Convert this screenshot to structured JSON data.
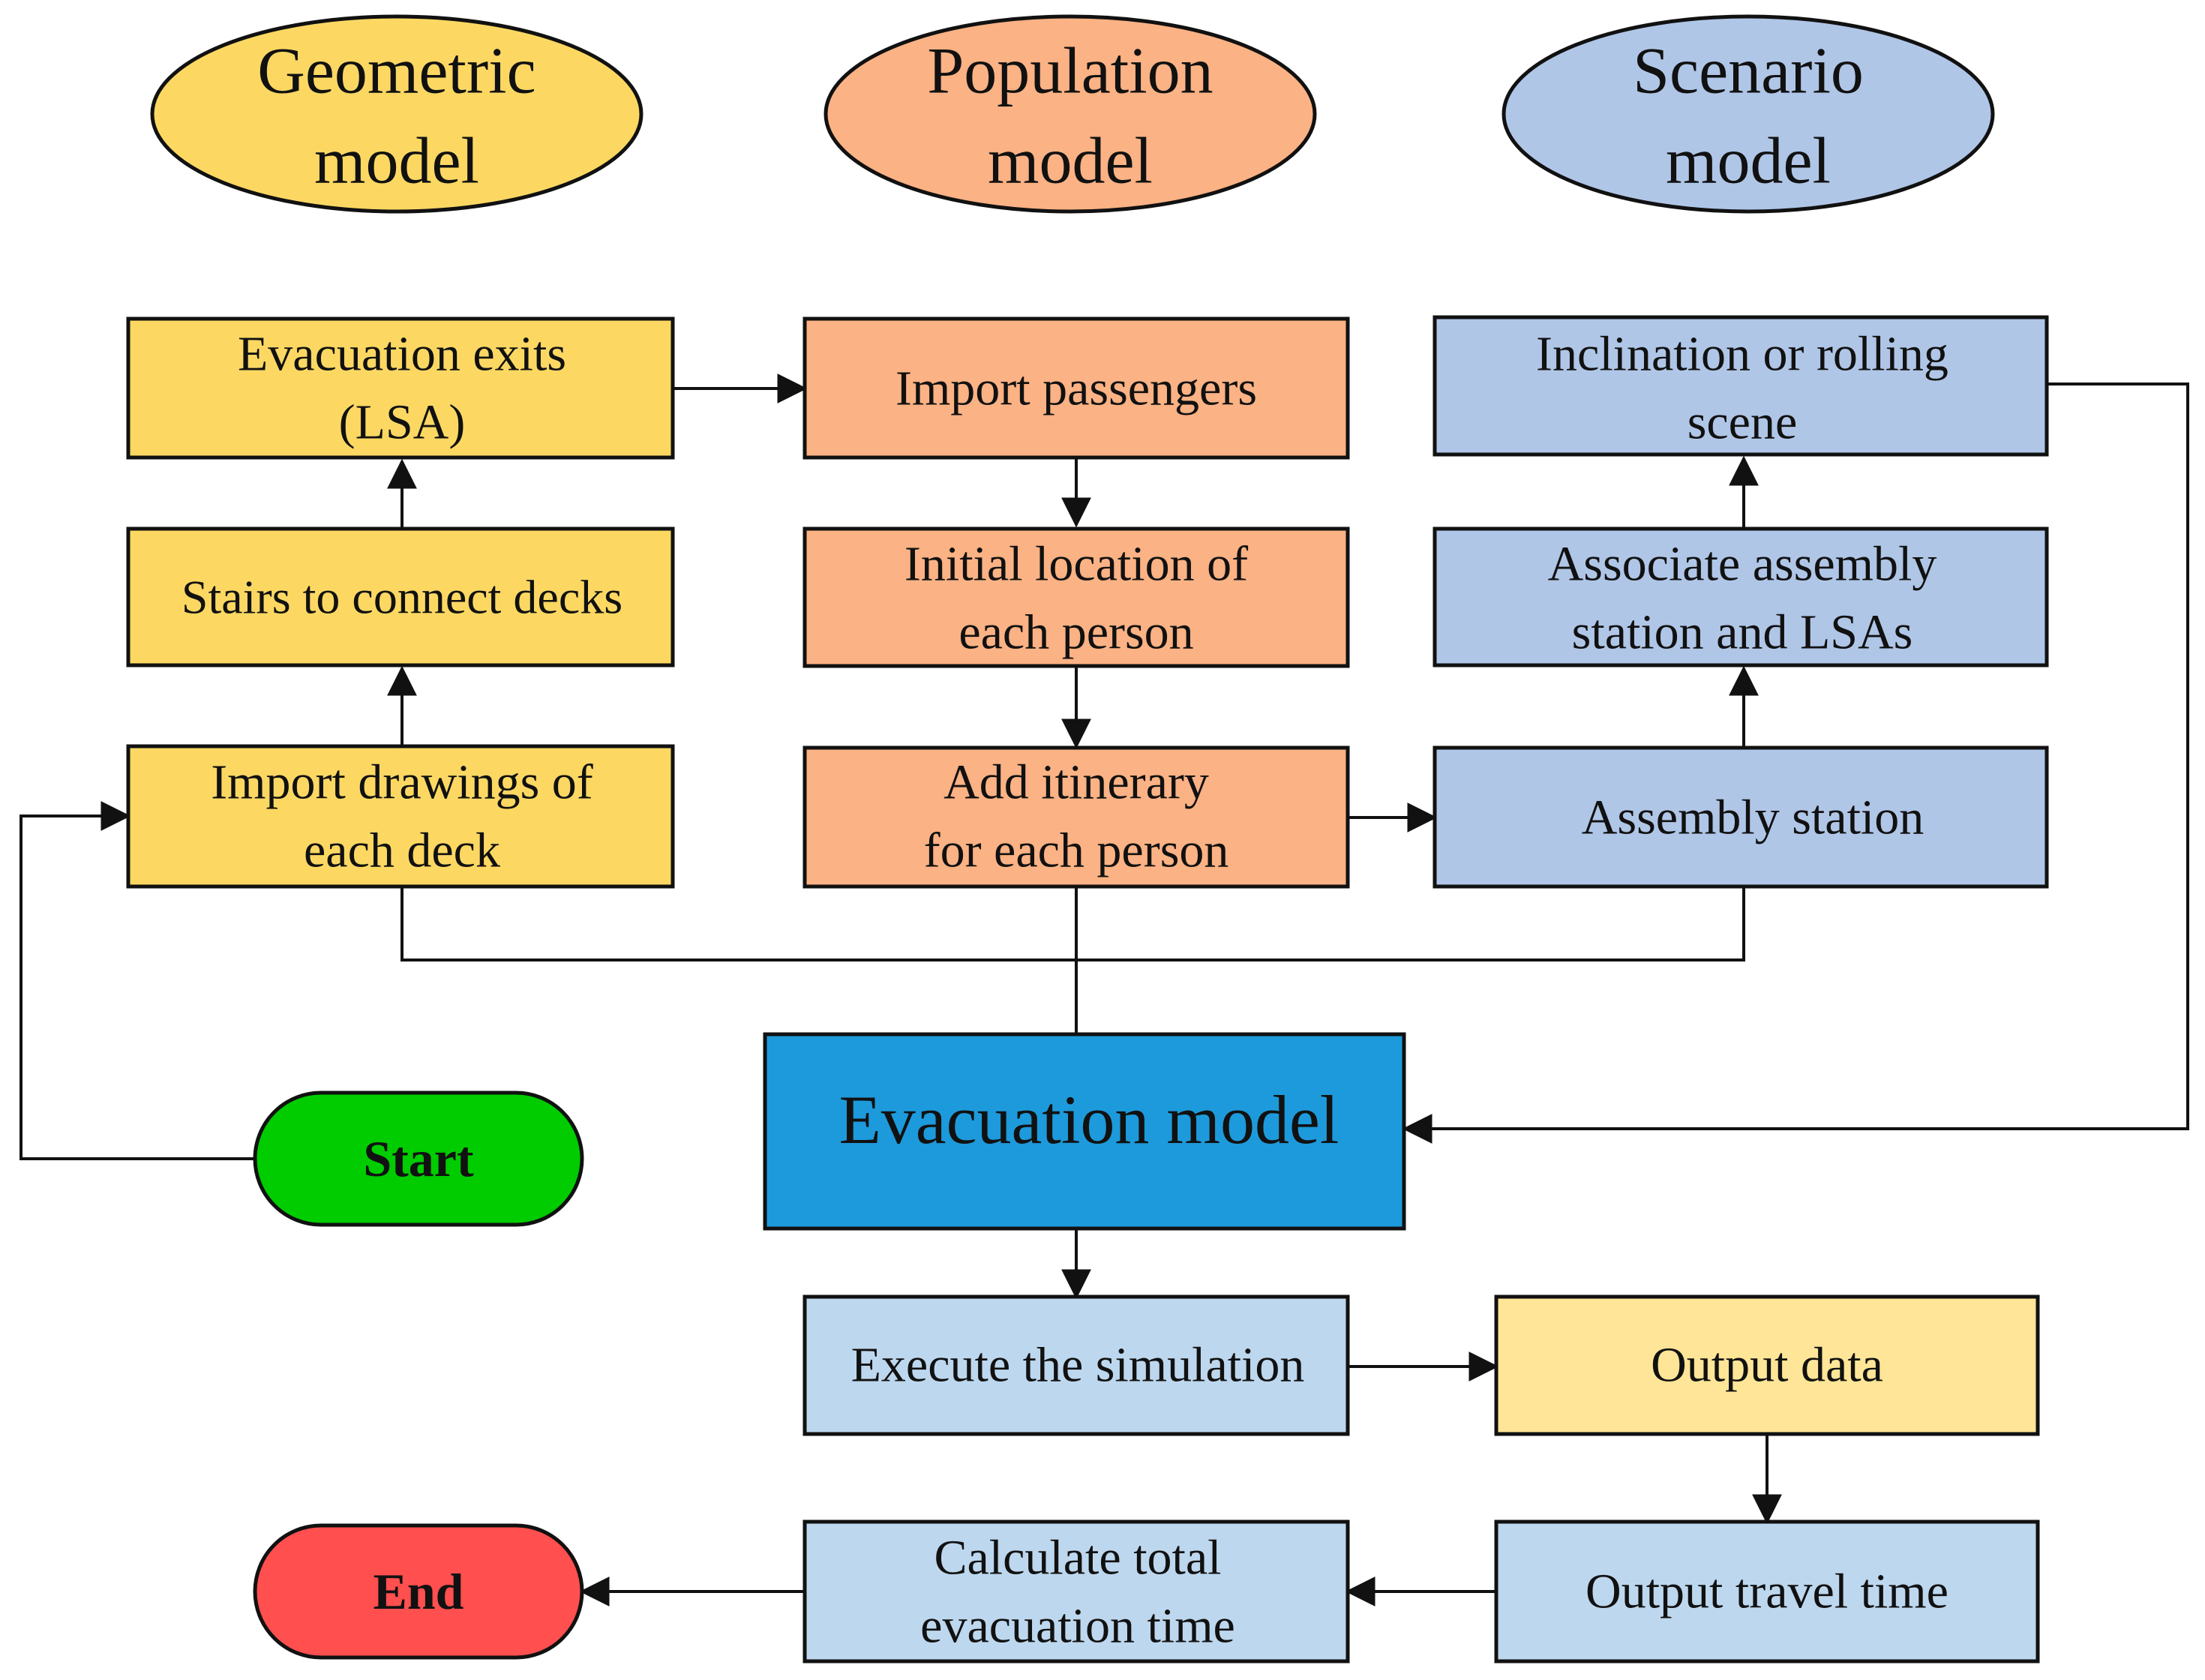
{
  "colors": {
    "geometric": "#FCD863",
    "population": "#FBB284",
    "scenario": "#B0C6E7",
    "evacuation": "#1D9ADB",
    "simulation": "#BDD7EE",
    "output_data": "#FFE597",
    "start": "#00CC00",
    "end": "#FF4F4F"
  },
  "headers": {
    "geometric": [
      "Geometric",
      "model"
    ],
    "population": [
      "Population",
      "model"
    ],
    "scenario": [
      "Scenario",
      "model"
    ]
  },
  "boxes": {
    "evacuation_exits": [
      "Evacuation exits",
      "(LSA)"
    ],
    "stairs": [
      "Stairs to connect decks"
    ],
    "import_drawings": [
      "Import drawings of",
      "each deck"
    ],
    "import_passengers": [
      "Import passengers"
    ],
    "initial_location": [
      "Initial location of",
      "each person"
    ],
    "add_itinerary": [
      "Add itinerary",
      "for each person"
    ],
    "inclination": [
      "Inclination or rolling",
      "scene"
    ],
    "associate_assembly": [
      "Associate assembly",
      "station and LSAs"
    ],
    "assembly_station": [
      "Assembly station"
    ],
    "evacuation_model": [
      "Evacuation model"
    ],
    "execute_simulation": [
      "Execute the simulation"
    ],
    "output_data": [
      "Output data"
    ],
    "output_travel_time": [
      "Output travel time"
    ],
    "calculate_total": [
      "Calculate total",
      "evacuation time"
    ],
    "start": [
      "Start"
    ],
    "end": [
      "End"
    ]
  }
}
